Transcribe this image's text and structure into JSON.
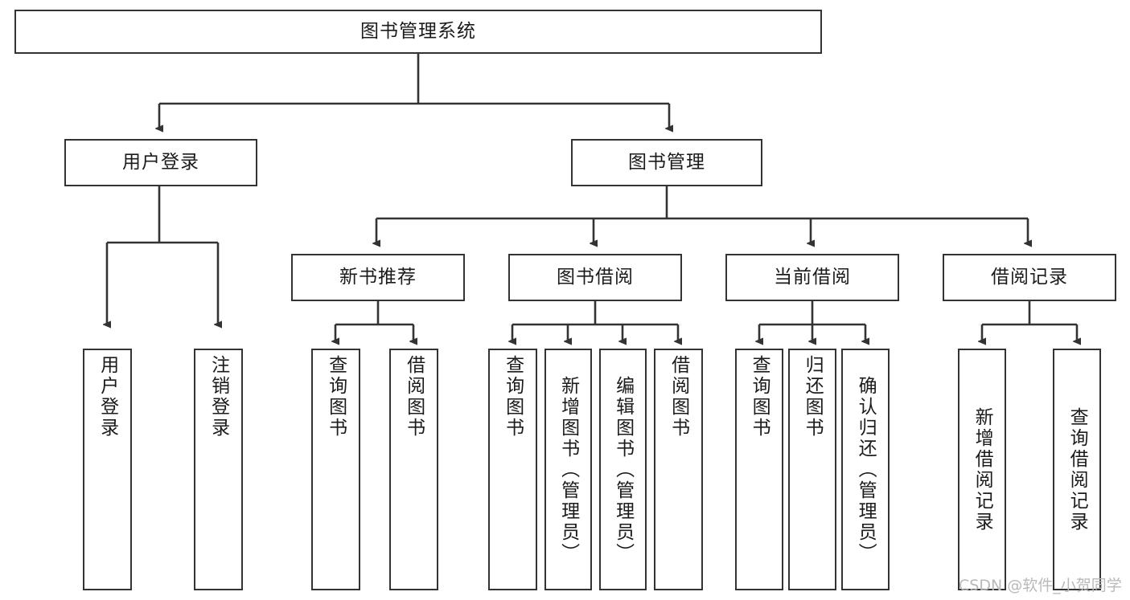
{
  "diagram": {
    "title": "图书管理系统",
    "type": "tree-hierarchy-chart",
    "stroke_color": "#333333",
    "background_color": "#ffffff",
    "text_color": "#1b1b1b"
  },
  "root": {
    "label": "图书管理系统"
  },
  "level2": [
    {
      "id": "user-login",
      "label": "用户登录"
    },
    {
      "id": "book-management",
      "label": "图书管理"
    }
  ],
  "level3": [
    {
      "id": "new-book-recommend",
      "label": "新书推荐"
    },
    {
      "id": "book-borrow",
      "label": "图书借阅"
    },
    {
      "id": "current-borrow",
      "label": "当前借阅"
    },
    {
      "id": "borrow-record",
      "label": "借阅记录"
    }
  ],
  "leaves": {
    "user_login": [
      {
        "id": "leaf-user-login",
        "label": "用户登录"
      },
      {
        "id": "leaf-logout-login",
        "label": "注销登录"
      }
    ],
    "new_book_recommend": [
      {
        "id": "leaf-query-book-1",
        "label": "查询图书"
      },
      {
        "id": "leaf-borrow-book-1",
        "label": "借阅图书"
      }
    ],
    "book_borrow": [
      {
        "id": "leaf-query-book-2",
        "label": "查询图书"
      },
      {
        "id": "leaf-add-book-admin",
        "label": "新增图书（管理员）"
      },
      {
        "id": "leaf-edit-book-admin",
        "label": "编辑图书（管理员）"
      },
      {
        "id": "leaf-borrow-book-2",
        "label": "借阅图书"
      }
    ],
    "current_borrow": [
      {
        "id": "leaf-query-book-3",
        "label": "查询图书"
      },
      {
        "id": "leaf-return-book",
        "label": "归还图书"
      },
      {
        "id": "leaf-confirm-return-admin",
        "label": "确认归还（管理员）"
      }
    ],
    "borrow_record": [
      {
        "id": "leaf-add-borrow-record",
        "label": "新增借阅记录"
      },
      {
        "id": "leaf-query-borrow-record",
        "label": "查询借阅记录"
      }
    ]
  },
  "watermark": {
    "text": "CSDN @软件_小贺同学"
  }
}
